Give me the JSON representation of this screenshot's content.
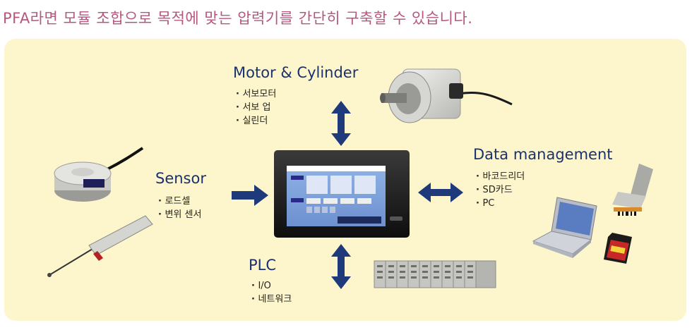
{
  "headline": "PFA라면 모듈 조합으로 목적에 맞는 압력기를 간단히 구축할 수 있습니다.",
  "colors": {
    "headline": "#b5577e",
    "panel": "#fdf6cc",
    "arrow": "#1f3a7a",
    "title": "#1a3170"
  },
  "nodes": {
    "motor": {
      "title": "Motor & Cylinder",
      "items": [
        "서보모터",
        "서보 업",
        "실린더"
      ]
    },
    "sensor": {
      "title": "Sensor",
      "items": [
        "로드셀",
        "변위 센서"
      ]
    },
    "data": {
      "title": "Data management",
      "items": [
        "바코드리더",
        "SD카드",
        "PC"
      ]
    },
    "plc": {
      "title": "PLC",
      "items": [
        "I/O",
        "네트워크"
      ]
    }
  },
  "icons": [
    "servo-motor-icon",
    "load-cell-icon",
    "displacement-sensor-icon",
    "touch-panel-icon",
    "barcode-reader-icon",
    "laptop-icon",
    "sd-card-icon",
    "io-module-icon"
  ]
}
